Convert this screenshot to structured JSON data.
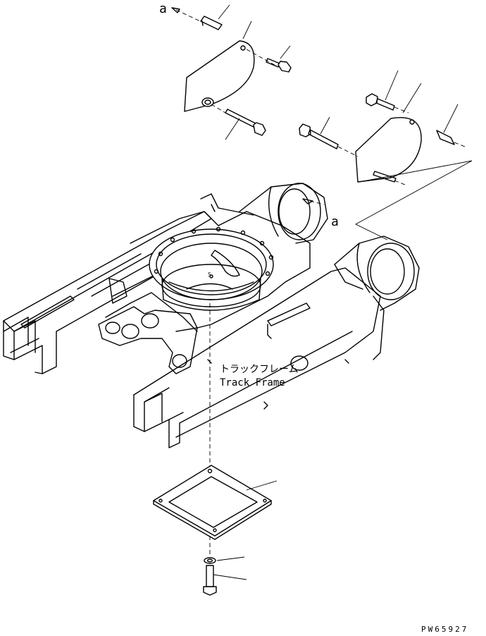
{
  "labels": {
    "ref_a_top": "a",
    "ref_a_right": "a",
    "frame_label_jp": "トラックフレーム",
    "frame_label_en": "Track Frame",
    "drawing_code": "PW65927",
    "swing_mark": "S"
  }
}
